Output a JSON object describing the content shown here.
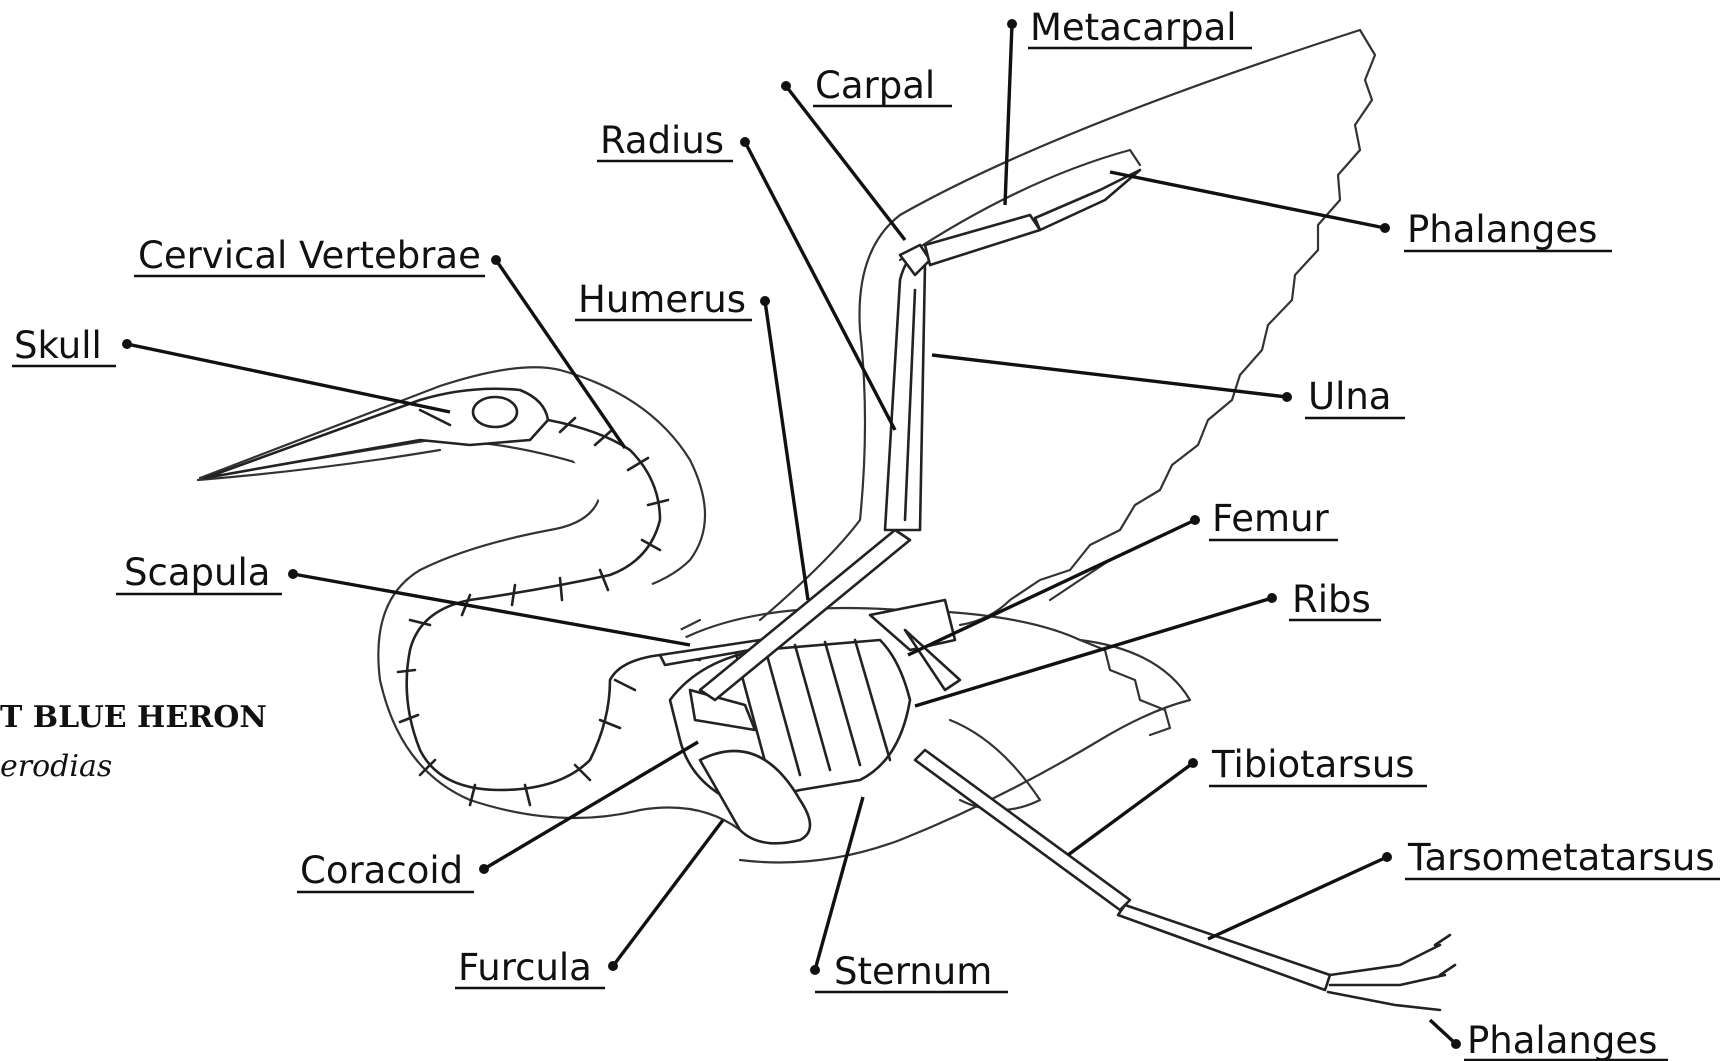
{
  "specimen": {
    "common_name": "T BLUE HERON",
    "scientific_name": "erodias"
  },
  "labels": {
    "metacarpal": "Metacarpal",
    "carpal": "Carpal",
    "radius": "Radius",
    "phalanges_wing": "Phalanges",
    "cervical_vertebrae": "Cervical Vertebrae",
    "humerus": "Humerus",
    "skull": "Skull",
    "ulna": "Ulna",
    "femur": "Femur",
    "scapula": "Scapula",
    "ribs": "Ribs",
    "tibiotarsus": "Tibiotarsus",
    "coracoid": "Coracoid",
    "tarsometatarsus": "Tarsometatarsus",
    "furcula": "Furcula",
    "sternum": "Sternum",
    "phalanges_foot": "Phalanges"
  }
}
